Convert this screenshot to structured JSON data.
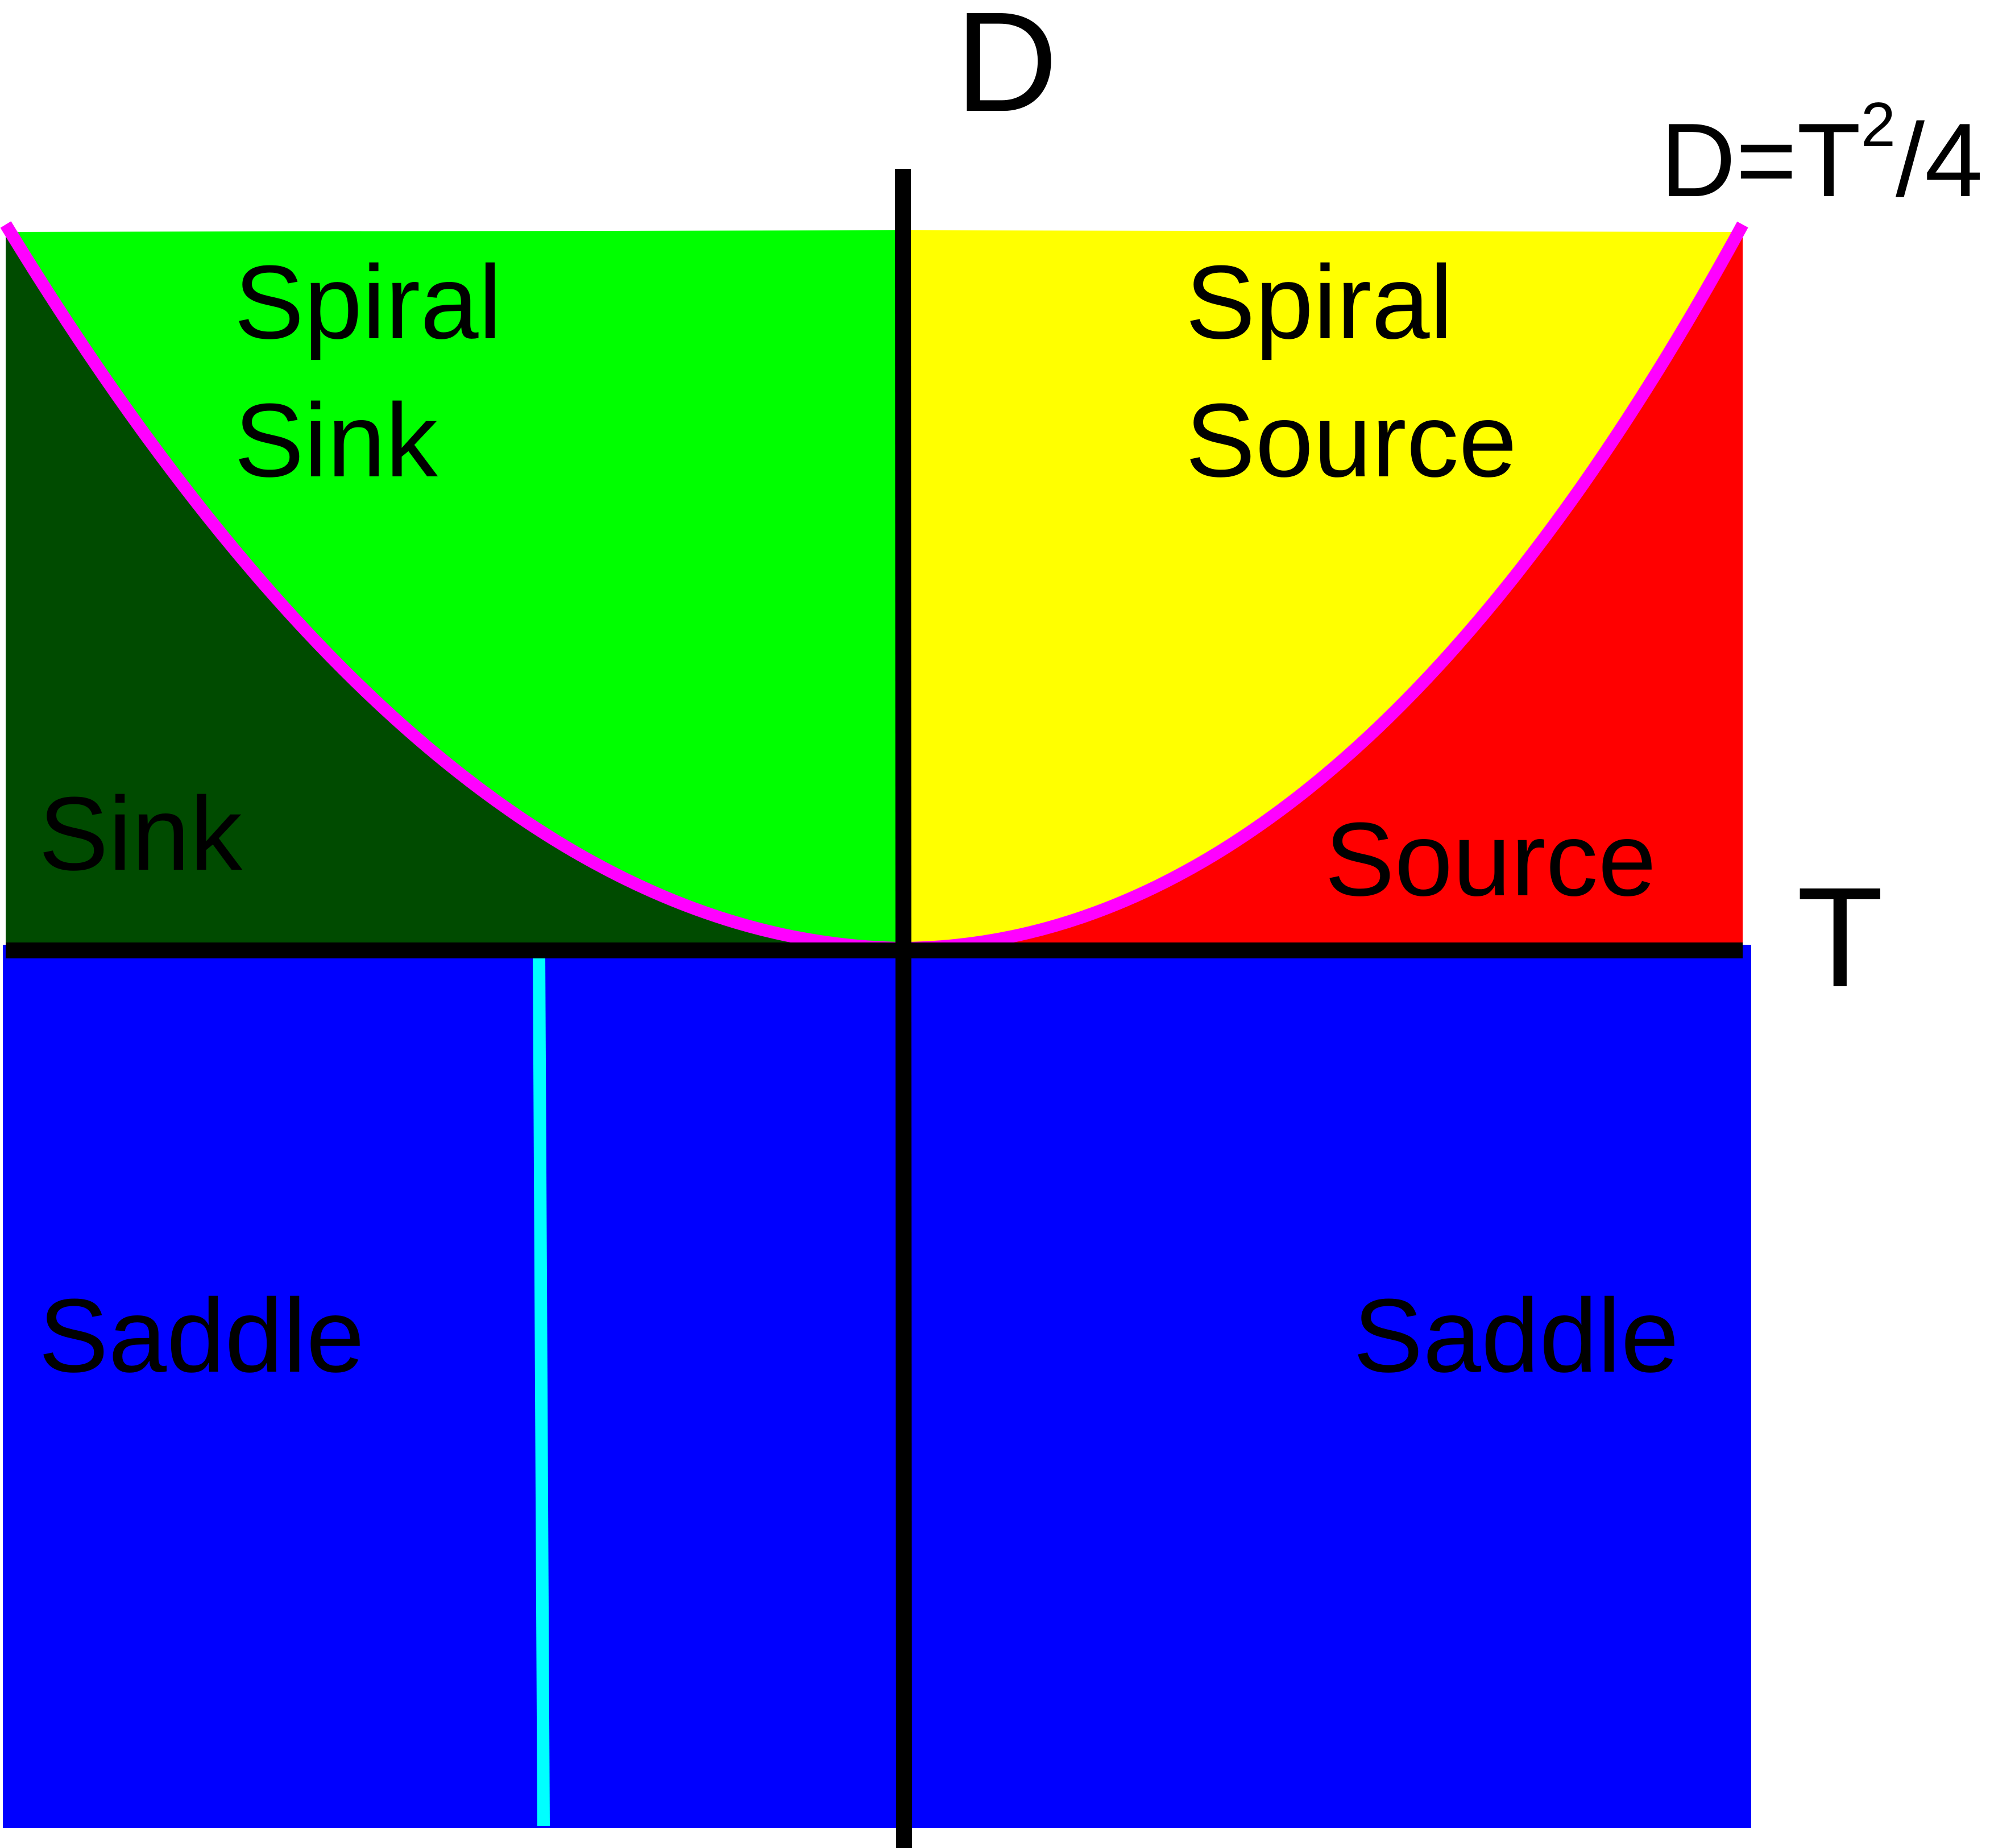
{
  "colors": {
    "sink": "#004b00",
    "spiral_sink": "#00ff00",
    "spiral_source": "#ffff00",
    "source": "#ff0000",
    "saddle": "#0000ff",
    "parabola": "#ff00ff",
    "axes": "#000000",
    "cyan_line": "#00ffff"
  },
  "axes": {
    "vertical_label": "D",
    "horizontal_label": "T"
  },
  "curve": {
    "label_main": "D=T",
    "label_exponent": "2",
    "label_tail": "/4"
  },
  "regions": {
    "spiral_sink": {
      "line1": "Spiral",
      "line2": "Sink"
    },
    "spiral_source": {
      "line1": "Spiral",
      "line2": "Source"
    },
    "sink": "Sink",
    "source": "Source",
    "saddle_left": "Saddle",
    "saddle_right": "Saddle"
  }
}
